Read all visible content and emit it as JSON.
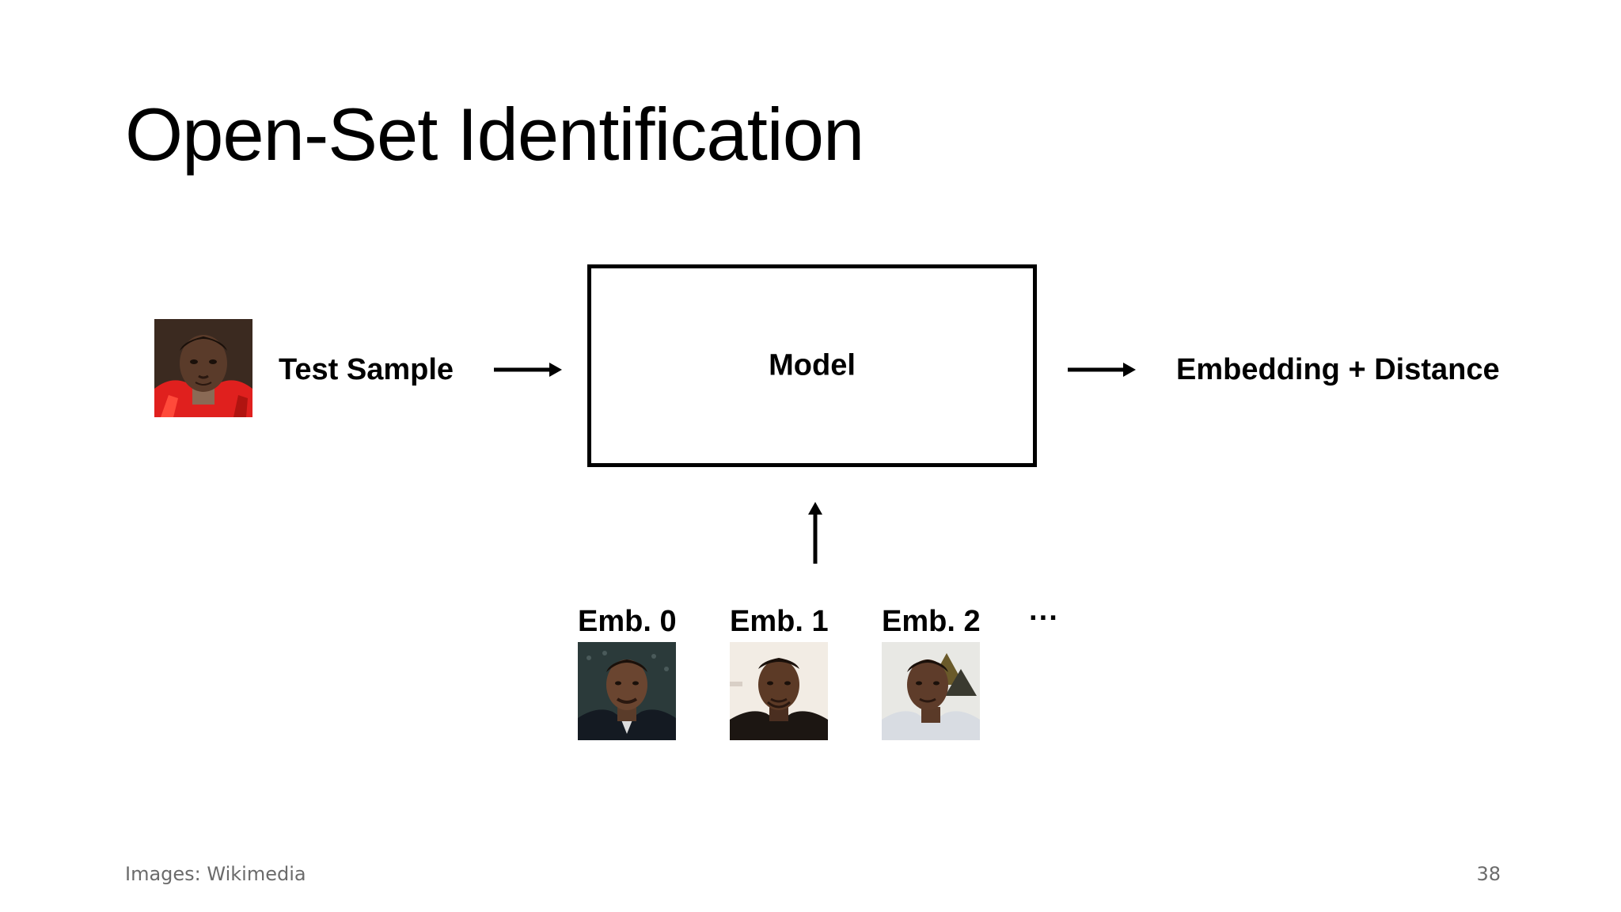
{
  "slide": {
    "title": "Open-Set Identification",
    "test_sample_label": "Test Sample",
    "model_label": "Model",
    "output_label": "Embedding + Distance",
    "embeddings": [
      {
        "label": "Emb. 0"
      },
      {
        "label": "Emb. 1"
      },
      {
        "label": "Emb. 2"
      }
    ],
    "ellipsis": "···",
    "footer_credit": "Images: Wikimedia",
    "page_number": "38"
  },
  "colors": {
    "text": "#000000",
    "footer_text": "#6b6b6b",
    "test_sample_jacket": "#e0201e"
  }
}
